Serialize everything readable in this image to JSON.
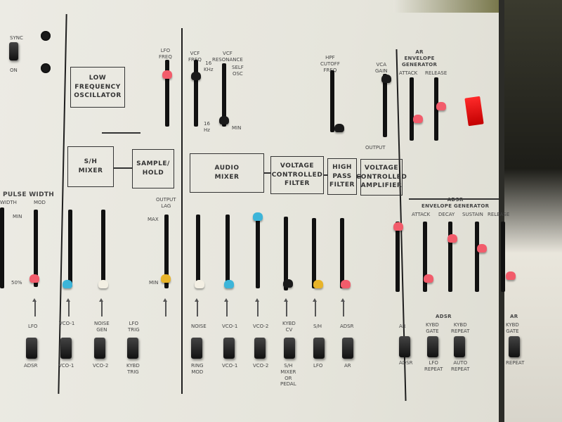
{
  "panel_labels": {
    "sync": "SYNC",
    "on": "ON",
    "lfo_box": "LOW\nFREQUENCY\nOSCILLATOR",
    "sh_mixer": "S/H\nMIXER",
    "sample_hold": "SAMPLE/\nHOLD",
    "audio_mixer": "AUDIO\nMIXER",
    "vcf": "VOLTAGE\nCONTROLLED\nFILTER",
    "hpf": "HIGH\nPASS\nFILTER",
    "vca": "VOLTAGE\nCONTROLLED\nAMPLIFIER",
    "output": "OUTPUT",
    "ar_gen": "AR\nENVELOPE\nGENERATOR",
    "adsr_gen": "ADSR\nENVELOPE GENERATOR",
    "pulse_width": "PULSE WIDTH",
    "width": "WIDTH",
    "mod": "MOD",
    "min": "MIN",
    "fifty": "50%",
    "output_lag": "OUTPUT\nLAG",
    "max": "MAX",
    "min2": "MIN"
  },
  "slider_labels": {
    "lfo_freq": "LFO\nFREQ",
    "vcf_freq": "VCF\nFREQ",
    "vcf_res": "VCF\nRESONANCE",
    "hpf_cutoff": "HPF\nCUTOFF\nFREQ",
    "vca_gain": "VCA\nGAIN",
    "attack": "ATTACK",
    "release": "RELEASE",
    "adsr_attack": "ATTACK",
    "adsr_decay": "DECAY",
    "adsr_sustain": "SUSTAIN",
    "adsr_release": "RELEASE",
    "khz16": "16\nKHz",
    "hz16": "16\nHz",
    "selfosc": "SELF\nOSC",
    "min_res": "MIN"
  },
  "switch_labels": {
    "s1_top": "LFO",
    "s1_bot": "ADSR",
    "s2_top": "",
    "s2_bot": "VCO-1",
    "s3_top": "NOISE\nGEN",
    "s3_bot": "VCO-2",
    "s4_top": "LFO\nTRIG",
    "s4_bot": "KYBD\nTRIG",
    "s5_top": "NOISE",
    "s5_bot": "RING\nMOD",
    "s6_top": "VCO-1",
    "s6_bot": "VCO-1",
    "s7_top": "VCO-2",
    "s7_bot": "VCO-2",
    "s8_top": "KYBD\nCV",
    "s8_bot": "S/H\nMIXER\nOR\nPEDAL",
    "s9_top": "S/H",
    "s9_bot": "LFO",
    "s10_top": "ADSR",
    "s10_bot": "AR",
    "s11_top": "AR",
    "s11_bot": "ADSR",
    "s12_top": "KYBD\nGATE",
    "s12_bot": "LFO\nREPEAT",
    "s13_top": "KYBD\nREPEAT",
    "s13_bot": "AUTO\nREPEAT",
    "s14_top": "KYBD\nGATE",
    "s14_bot": "REPEAT",
    "adsr_group": "ADSR",
    "ar_group": "AR",
    "vco1_left": "VCO-1"
  },
  "colors": {
    "red_cap": "#f25c6b",
    "blue_cap": "#3db5d9",
    "yellow_cap": "#e8b429",
    "white_cap": "#f3efe3",
    "black_cap": "#1a1a1a"
  }
}
